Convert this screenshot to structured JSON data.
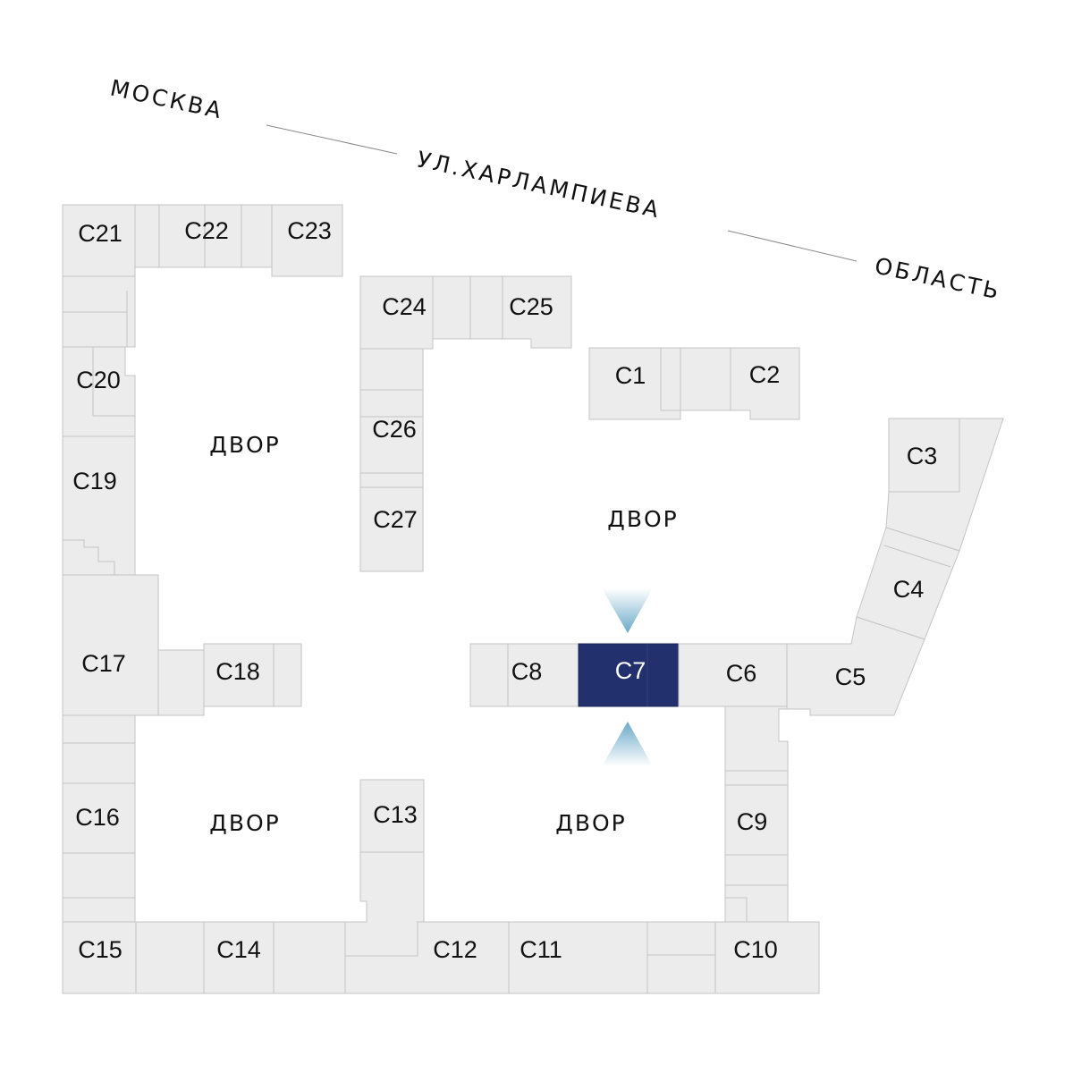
{
  "street": {
    "part1": "МОСКВА",
    "part2": "УЛ.ХАРЛАМПИЕВА",
    "part3": "ОБЛАСТЬ"
  },
  "yards": {
    "label": "ДВОР"
  },
  "sections": {
    "c1": "С1",
    "c2": "С2",
    "c3": "С3",
    "c4": "С4",
    "c5": "С5",
    "c6": "С6",
    "c7": "С7",
    "c8": "С8",
    "c9": "С9",
    "c10": "С10",
    "c11": "С11",
    "c12": "С12",
    "c13": "С13",
    "c14": "С14",
    "c15": "С15",
    "c16": "С16",
    "c17": "С17",
    "c18": "С18",
    "c19": "С19",
    "c20": "С20",
    "c21": "С21",
    "c22": "С22",
    "c23": "С23",
    "c24": "С24",
    "c25": "С25",
    "c26": "С26",
    "c27": "С27"
  },
  "selected_section": "С7",
  "colors": {
    "block": "#ececec",
    "selected": "#22306e",
    "marker": "#7fb6d2"
  }
}
